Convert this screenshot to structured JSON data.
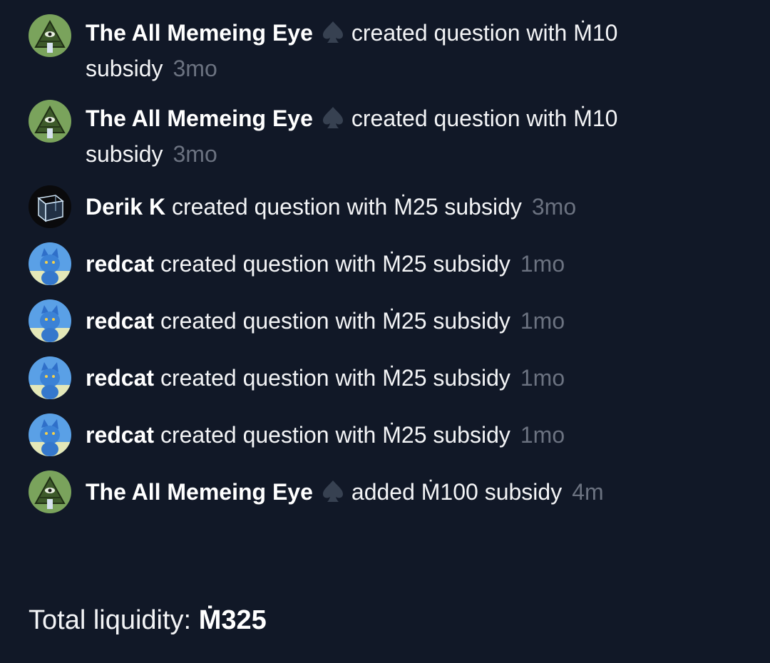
{
  "feed": {
    "items": [
      {
        "user": "The All Memeing Eye",
        "avatar": "illuminati-eye-avatar",
        "badge": "spade-icon",
        "action": "created question with",
        "amount": "Ṁ10",
        "suffix": "subsidy",
        "time": "3mo"
      },
      {
        "user": "The All Memeing Eye",
        "avatar": "illuminati-eye-avatar",
        "badge": "spade-icon",
        "action": "created question with",
        "amount": "Ṁ10",
        "suffix": "subsidy",
        "time": "3mo"
      },
      {
        "user": "Derik K",
        "avatar": "wireframe-cube-avatar",
        "action": "created question with",
        "amount": "Ṁ25",
        "suffix": "subsidy",
        "time": "3mo"
      },
      {
        "user": "redcat",
        "avatar": "blue-cat-avatar",
        "action": "created question with",
        "amount": "Ṁ25",
        "suffix": "subsidy",
        "time": "1mo"
      },
      {
        "user": "redcat",
        "avatar": "blue-cat-avatar",
        "action": "created question with",
        "amount": "Ṁ25",
        "suffix": "subsidy",
        "time": "1mo"
      },
      {
        "user": "redcat",
        "avatar": "blue-cat-avatar",
        "action": "created question with",
        "amount": "Ṁ25",
        "suffix": "subsidy",
        "time": "1mo"
      },
      {
        "user": "redcat",
        "avatar": "blue-cat-avatar",
        "action": "created question with",
        "amount": "Ṁ25",
        "suffix": "subsidy",
        "time": "1mo"
      },
      {
        "user": "The All Memeing Eye",
        "avatar": "illuminati-eye-avatar",
        "badge": "spade-icon",
        "action": "added",
        "amount": "Ṁ100",
        "suffix": "subsidy",
        "time": "4m"
      }
    ]
  },
  "summary": {
    "label": "Total liquidity:",
    "amount": "Ṁ325"
  },
  "colors": {
    "background": "#111827",
    "text": "#f3f4f6",
    "muted": "#6b7280"
  }
}
